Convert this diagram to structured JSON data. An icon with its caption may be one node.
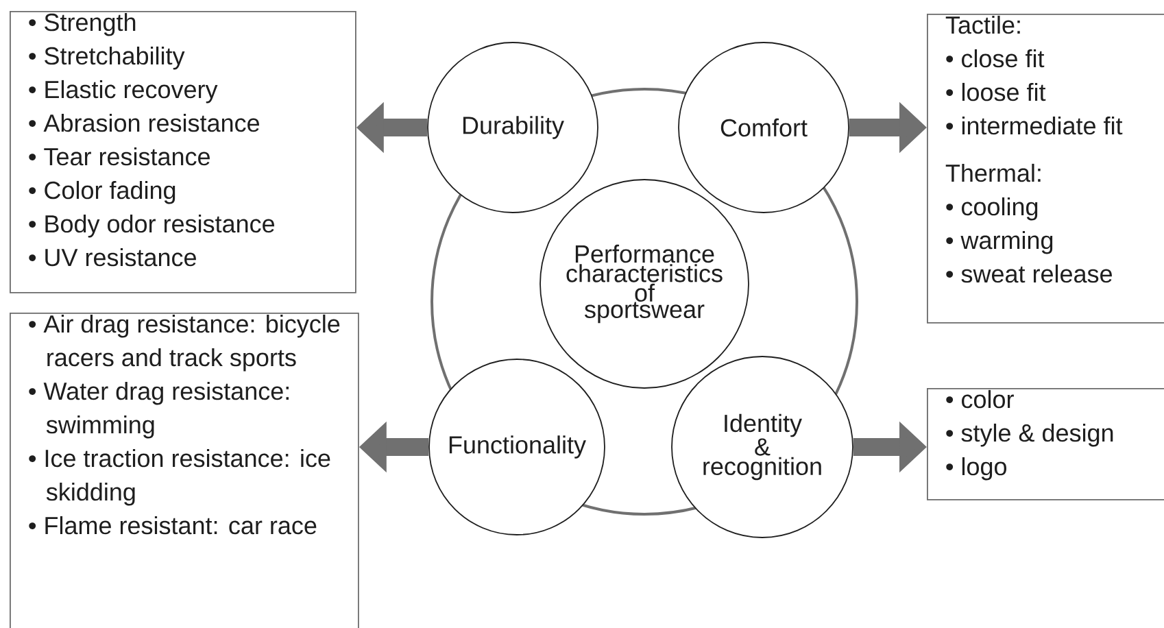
{
  "diagram": {
    "nodes": [
      {
        "text": [
          "• Strength",
          "• Stretchability",
          "• Elastic recovery",
          "• Abrasion resistance",
          "• Tear resistance",
          "• Color fading",
          "• Body odor resistance",
          "• UV resistance"
        ]
      },
      {
        "text": [
          "Durability"
        ]
      },
      {
        "text": [
          "Comfort"
        ]
      },
      {
        "text": [
          "Tactile:",
          "• close fit",
          "• loose fit",
          "• intermediate fit",
          "Thermal:",
          "• cooling",
          "• warming",
          "• sweat release"
        ]
      },
      {
        "text": [
          "Performance characteristics of sportswear"
        ]
      },
      {
        "text": [
          "• Air drag resistance: bicycle racers and track sports",
          "• Water drag resistance: swimming",
          "• Ice traction resistance: ice skidding",
          "• Flame resistant: car race"
        ]
      },
      {
        "text": [
          "Functionality"
        ]
      },
      {
        "text": [
          "Identity & recognition"
        ]
      },
      {
        "text": [
          "• color",
          "• style & design",
          "• logo"
        ]
      }
    ],
    "edges": [
      {
        "from": 1,
        "to": 0,
        "arrow": "to"
      },
      {
        "from": 2,
        "to": 3,
        "arrow": "to"
      },
      {
        "from": 6,
        "to": 5,
        "arrow": "to"
      },
      {
        "from": 7,
        "to": 8,
        "arrow": "to"
      }
    ]
  }
}
